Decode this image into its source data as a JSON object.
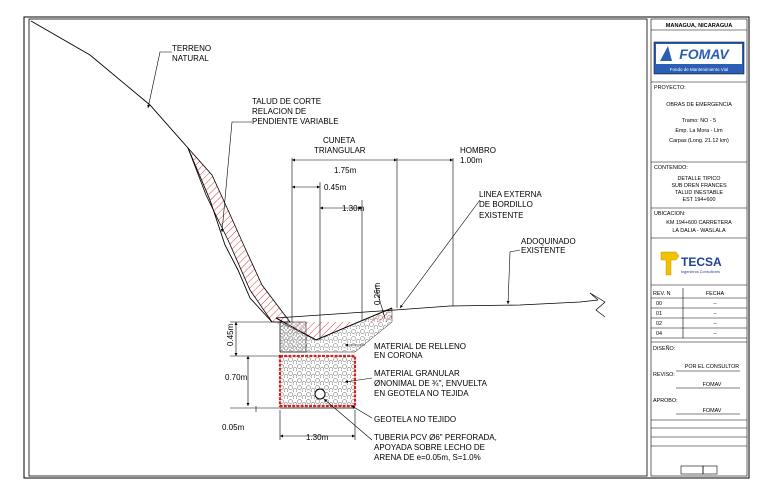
{
  "labels": {
    "terreno_1": "TERRENO",
    "terreno_2": "NATURAL",
    "talud_1": "TALUD DE CORTE",
    "talud_2": "RELACION DE",
    "talud_3": "PENDIENTE VARIABLE",
    "cuneta_1": "CUNETA",
    "cuneta_2": "TRIANGULAR",
    "hombro": "HOMBRO",
    "linea_1": "LINEA EXTERNA",
    "linea_2": "DE BORDILLO",
    "linea_3": "EXISTENTE",
    "adoq_1": "ADOQUINADO",
    "adoq_2": "EXISTENTE",
    "relleno_1": "MATERIAL DE RELLENO",
    "relleno_2": "EN CORONA",
    "granular_1": "MATERIAL GRANULAR",
    "granular_2": "ØNONIMAL DE ¾\", ENVUELTA",
    "granular_3": "EN GEOTELA NO TEJIDA",
    "geotela": "GEOTELA NO TEJIDO",
    "tuberia_1": "TUBERIA PCV Ø6\" PERFORADA,",
    "tuberia_2": "APOYADA SOBRE LECHO DE",
    "tuberia_3": "ARENA DE e=0.05m, S=1.0%"
  },
  "dims": {
    "d175": "1.75m",
    "d100": "1.00m",
    "d045h": "0.45m",
    "d130top": "1.30m",
    "d026": "0.26m",
    "d045v": "0.45m",
    "d070": "0.70m",
    "d005": "0.05m",
    "d130bot": "1.30m"
  },
  "title_block": {
    "location": "MANAGUA, NICARAGUA",
    "logo_main": "FOMAV",
    "logo_sub": "Fondo de Mantenimiento Vial",
    "proyecto_label": "PROYECTO:",
    "proyecto_1": "OBRAS DE EMERGENCIA",
    "proyecto_2": "Tramo: NO - 5",
    "proyecto_3": "Emp. La Mora - Lim",
    "proyecto_4": "Carpas (Long. 21.12 km)",
    "contenido_label": "CONTENIDO:",
    "contenido_1": "DETALLE TIPICO",
    "contenido_2": "SUB DREN FRANCES",
    "contenido_3": "TALUD INESTABLE",
    "contenido_4": "EST 194+600",
    "ubicacion_label": "UBICACION:",
    "ubicacion_1": "KM 194+600 CARRETERA",
    "ubicacion_2": "LA DALIA - WASLALA",
    "consultor_logo": "TECSA",
    "consultor_sub": "Ingenieros Consultores",
    "rev_header": "REV. N",
    "fecha_header": "FECHA",
    "revisions": [
      {
        "n": "00",
        "fecha": "--"
      },
      {
        "n": "01",
        "fecha": "--"
      },
      {
        "n": "02",
        "fecha": "--"
      },
      {
        "n": "04",
        "fecha": "--"
      }
    ],
    "diseno_label": "DISEÑO:",
    "diseno_value": "POR EL CONSULTOR",
    "reviso_label": "REVISO:",
    "reviso_value": "FOMAV",
    "aprobo_label": "APROBO:",
    "aprobo_value": "FOMAV"
  },
  "colors": {
    "hatch": "#e04040",
    "geotextile": "#d42020",
    "line": "#000000"
  }
}
